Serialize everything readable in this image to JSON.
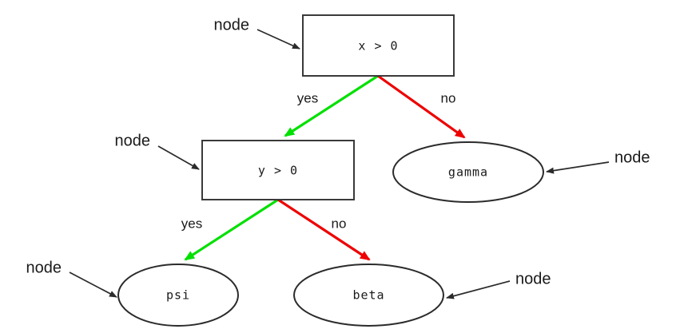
{
  "diagram": {
    "type": "decision-tree",
    "colors": {
      "yes_edge": "#00e000",
      "no_edge": "#ee0000",
      "box_stroke": "#3a3a3a",
      "ellipse_stroke": "#2b2b2b",
      "text": "#1a1a1a",
      "background": "#ffffff"
    },
    "nodes": {
      "root": {
        "label": "x > 0",
        "shape": "box"
      },
      "branch": {
        "label": "y > 0",
        "shape": "box"
      },
      "leaf_gamma": {
        "label": "gamma",
        "shape": "ellipse"
      },
      "leaf_psi": {
        "label": "psi",
        "shape": "ellipse"
      },
      "leaf_beta": {
        "label": "beta",
        "shape": "ellipse"
      }
    },
    "edges": [
      {
        "from": "root",
        "to": "branch",
        "label": "yes",
        "color": "#00e000"
      },
      {
        "from": "root",
        "to": "leaf_gamma",
        "label": "no",
        "color": "#ee0000"
      },
      {
        "from": "branch",
        "to": "leaf_psi",
        "label": "yes",
        "color": "#00e000"
      },
      {
        "from": "branch",
        "to": "leaf_beta",
        "label": "no",
        "color": "#ee0000"
      }
    ],
    "annotations": [
      {
        "id": "annot-root",
        "text": "node",
        "target": "root",
        "side": "left"
      },
      {
        "id": "annot-branch",
        "text": "node",
        "target": "branch",
        "side": "left"
      },
      {
        "id": "annot-gamma",
        "text": "node",
        "target": "leaf_gamma",
        "side": "right"
      },
      {
        "id": "annot-psi",
        "text": "node",
        "target": "leaf_psi",
        "side": "left"
      },
      {
        "id": "annot-beta",
        "text": "node",
        "target": "leaf_beta",
        "side": "right"
      }
    ]
  }
}
